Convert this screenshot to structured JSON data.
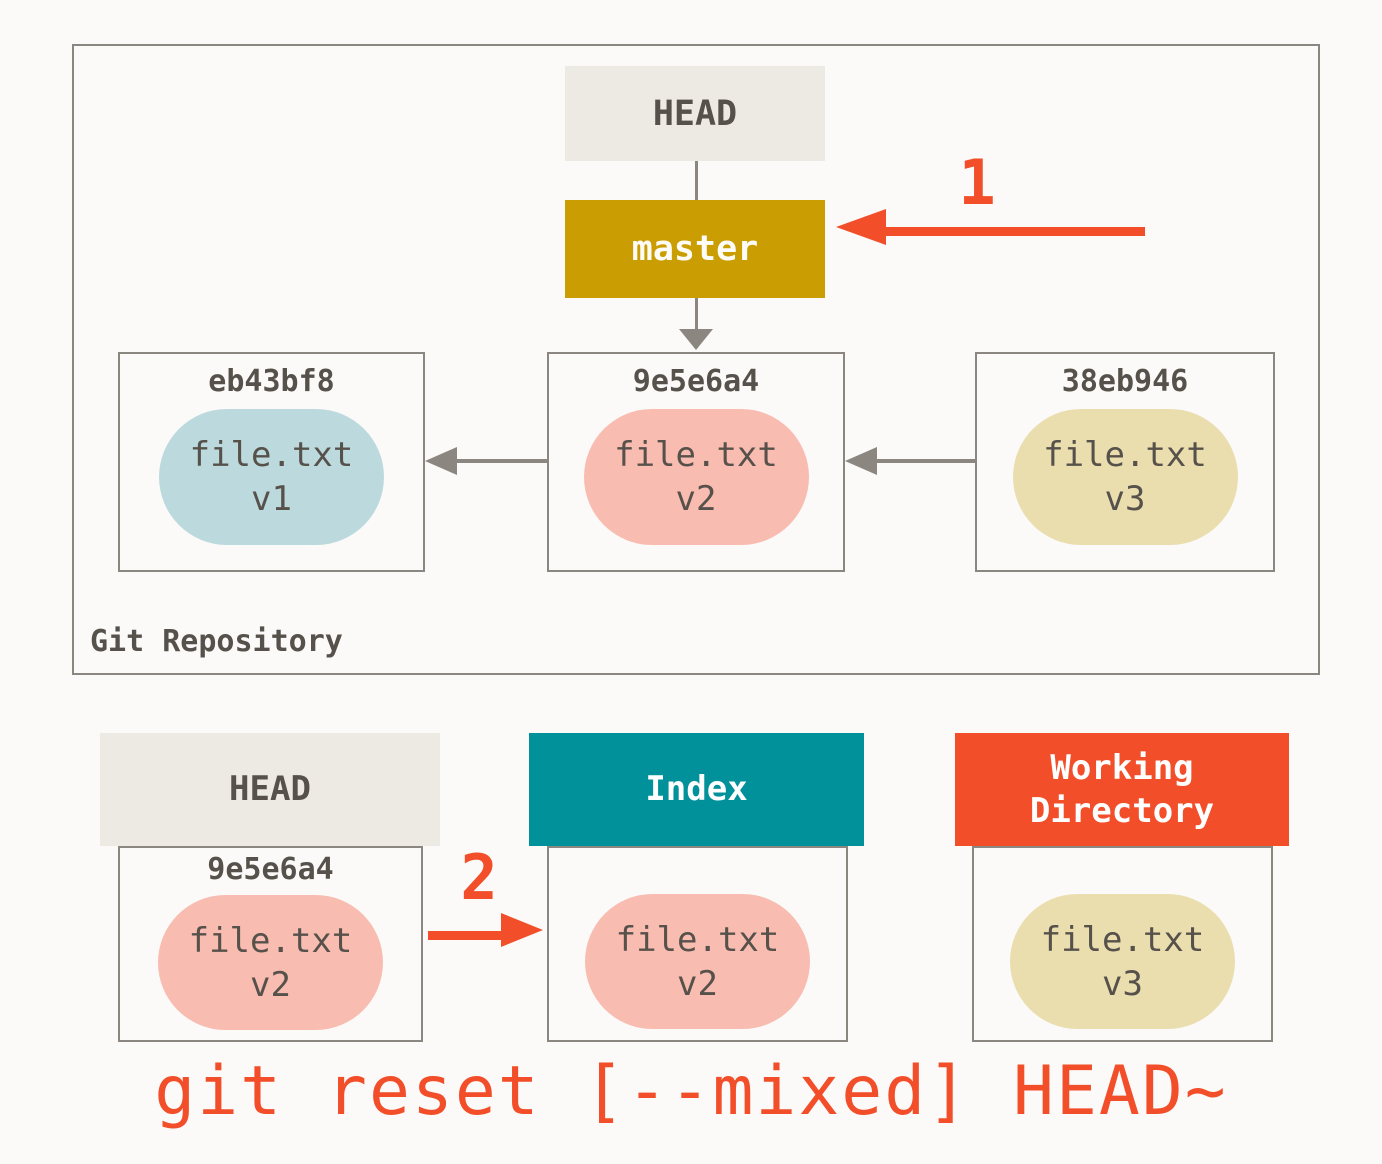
{
  "colors": {
    "background": "#FBFAF8",
    "border_gray": "#8B8680",
    "arrow_gray": "#8B8680",
    "accent_red": "#F24E29",
    "head_fill": "#ECEAE3",
    "master_fill": "#CA9E03",
    "index_fill": "#00919A",
    "workdir_fill": "#F24E29",
    "pill_blue": "#BCDADD",
    "pill_pink": "#F9BCB0",
    "pill_tan": "#EADEAF",
    "text_dark": "#57514B",
    "text_light": "#FDFCF8"
  },
  "repository": {
    "label": "Git Repository",
    "head": {
      "label": "HEAD"
    },
    "branch": {
      "label": "master"
    },
    "commits": [
      {
        "hash": "eb43bf8",
        "file": "file.txt",
        "version": "v1"
      },
      {
        "hash": "9e5e6a4",
        "file": "file.txt",
        "version": "v2"
      },
      {
        "hash": "38eb946",
        "file": "file.txt",
        "version": "v3"
      }
    ]
  },
  "tree_state": {
    "head": {
      "label": "HEAD",
      "hash": "9e5e6a4",
      "file": "file.txt",
      "version": "v2"
    },
    "index": {
      "label": "Index",
      "file": "file.txt",
      "version": "v2"
    },
    "working_directory": {
      "label": "Working Directory",
      "file": "file.txt",
      "version": "v3"
    }
  },
  "annotations": {
    "step1_label": "1",
    "step2_label": "2",
    "caption": "git reset [--mixed] HEAD~"
  }
}
